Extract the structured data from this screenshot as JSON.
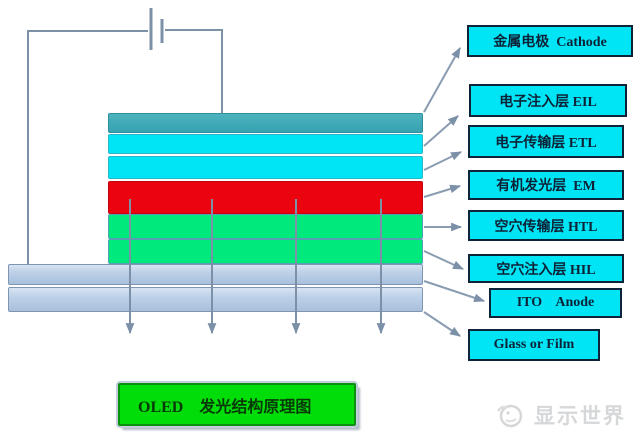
{
  "diagram": {
    "labels": [
      {
        "id": "cathode",
        "text": "金属电极  Cathode"
      },
      {
        "id": "eil",
        "text": "电子注入层 EIL"
      },
      {
        "id": "etl",
        "text": "电子传输层 ETL"
      },
      {
        "id": "em",
        "text": "有机发光层  EM"
      },
      {
        "id": "htl",
        "text": "空穴传输层 HTL"
      },
      {
        "id": "hil",
        "text": "空穴注入层 HIL"
      },
      {
        "id": "ito",
        "text": "ITO    Anode"
      },
      {
        "id": "glass",
        "text": "Glass or Film"
      }
    ],
    "layers": [
      {
        "id": "cathode-layer",
        "role": "金属电极 Cathode"
      },
      {
        "id": "eil-layer",
        "role": "电子注入层 EIL"
      },
      {
        "id": "etl-layer",
        "role": "电子传输层 ETL"
      },
      {
        "id": "em-layer",
        "role": "有机发光层 EM"
      },
      {
        "id": "htl-layer",
        "role": "空穴传输层 HTL"
      },
      {
        "id": "hil-layer",
        "role": "空穴注入层 HIL"
      },
      {
        "id": "ito-bar",
        "role": "ITO Anode"
      },
      {
        "id": "glass-bar",
        "role": "Glass or Film"
      }
    ],
    "title": "OLED    发光结构原理图",
    "watermark": "显示世界",
    "colors": {
      "label_fill": "#00e5f6",
      "label_border": "#0d2438",
      "cathode_layer": "#3aa9b6",
      "transport_layer_cyan": "#00e5f6",
      "emissive_layer_red": "#ec0310",
      "hole_layer_green": "#00e97d",
      "substrate_blue": "#bdd0e8",
      "wire_gray": "#7c90a8",
      "title_green": "#00dd08"
    }
  }
}
